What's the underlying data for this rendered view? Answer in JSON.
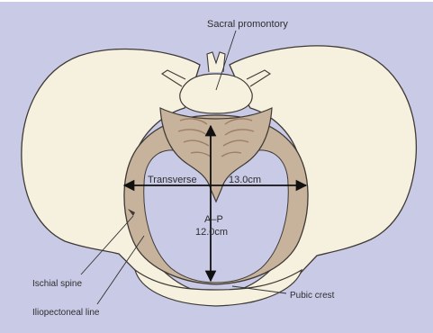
{
  "colors": {
    "background": "#c9cae6",
    "bone": "#f6f1de",
    "bone_outline": "#3f3a35",
    "sacrum": "#c7b29b",
    "sacrum_lines": "#9e7f63",
    "inlet": "#c9cae6",
    "arrows": "#111111",
    "leader_lines": "#333333"
  },
  "labels": {
    "sacral_promontory": "Sacral promontory",
    "transverse": "Transverse",
    "transverse_value": "13.0cm",
    "ap": "A–P",
    "ap_value": "12.0cm",
    "ischial_spine": "Ischial spine",
    "iliopectoneal_line": "Iliopectoneal line",
    "pubic_crest": "Pubic crest"
  }
}
